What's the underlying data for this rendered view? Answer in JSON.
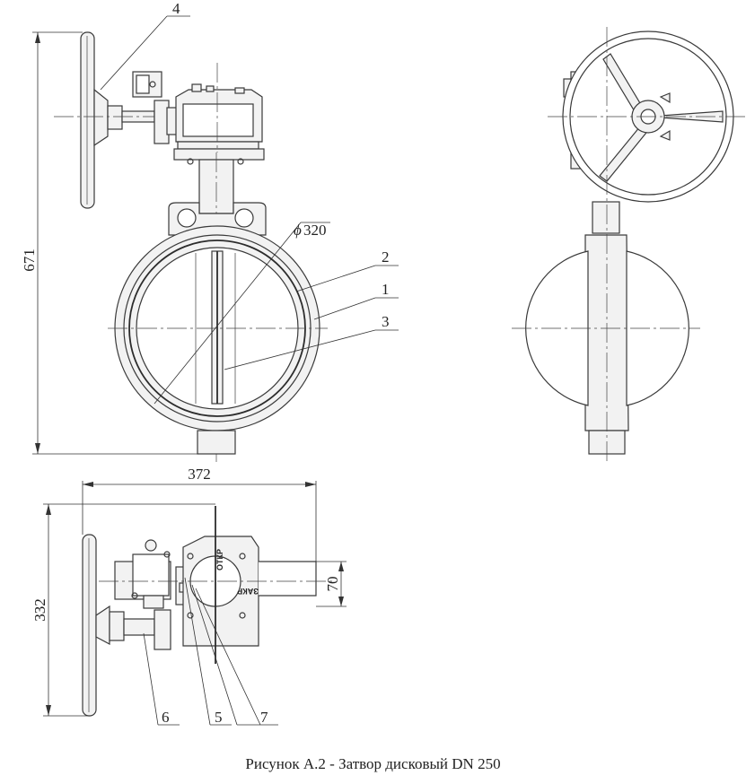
{
  "caption": "Рисунок А.2 - Затвор дисковый DN 250",
  "dimensions": {
    "height": "671",
    "diameter_symbol": "ϕ",
    "diameter": "320",
    "width": "372",
    "bottom_height": "332",
    "offset": "70"
  },
  "callouts": [
    "1",
    "2",
    "3",
    "4",
    "5",
    "6",
    "7"
  ],
  "gearbox_markings": {
    "open": "ОТКР",
    "close": "ЗАКР"
  },
  "colors": {
    "line": "#3a3a3a",
    "background": "#ffffff"
  }
}
